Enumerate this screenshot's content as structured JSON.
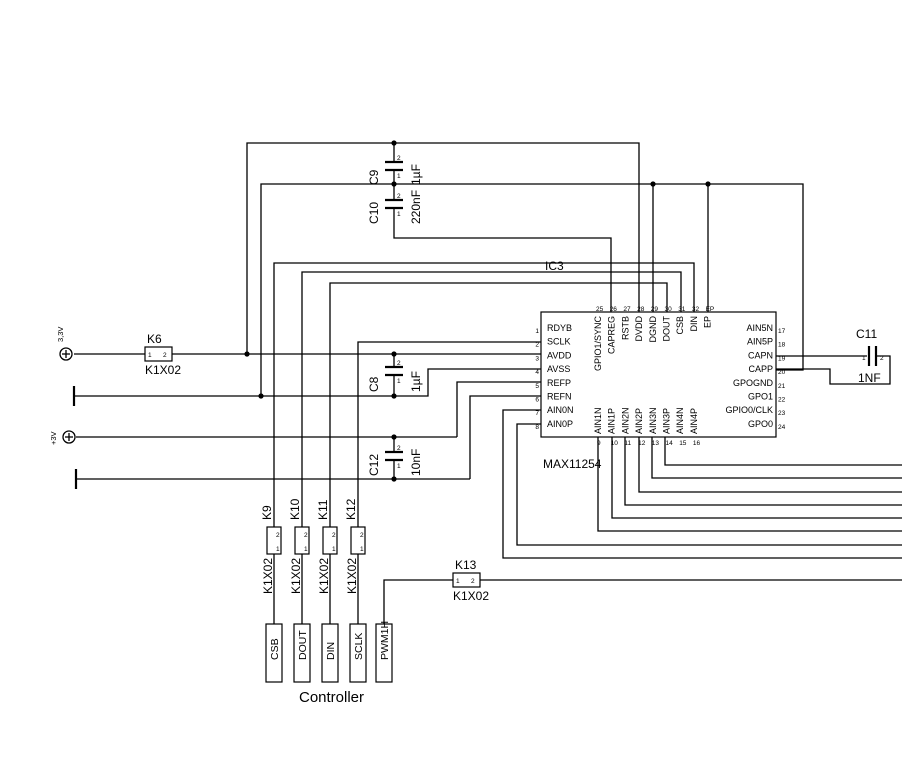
{
  "ic": {
    "ref": "IC3",
    "part": "MAX11254",
    "left_pins": [
      {
        "num": "1",
        "name": "RDYB"
      },
      {
        "num": "2",
        "name": "SCLK"
      },
      {
        "num": "3",
        "name": "AVDD"
      },
      {
        "num": "4",
        "name": "AVSS"
      },
      {
        "num": "5",
        "name": "REFP"
      },
      {
        "num": "6",
        "name": "REFN"
      },
      {
        "num": "7",
        "name": "AIN0N"
      },
      {
        "num": "8",
        "name": "AIN0P"
      }
    ],
    "top_pins": [
      {
        "num": "25",
        "name": "GPIO1/SYNC"
      },
      {
        "num": "26",
        "name": "CAPREG"
      },
      {
        "num": "27",
        "name": "RSTB"
      },
      {
        "num": "28",
        "name": "DVDD"
      },
      {
        "num": "29",
        "name": "DGND"
      },
      {
        "num": "30",
        "name": "DOUT"
      },
      {
        "num": "31",
        "name": "CSB"
      },
      {
        "num": "32",
        "name": "DIN"
      },
      {
        "num": "EP",
        "name": "EP"
      }
    ],
    "right_pins": [
      {
        "num": "17",
        "name": "AIN5N"
      },
      {
        "num": "18",
        "name": "AIN5P"
      },
      {
        "num": "19",
        "name": "CAPN"
      },
      {
        "num": "20",
        "name": "CAPP"
      },
      {
        "num": "21",
        "name": "GPOGND"
      },
      {
        "num": "22",
        "name": "GPO1"
      },
      {
        "num": "23",
        "name": "GPIO0/CLK"
      },
      {
        "num": "24",
        "name": "GPO0"
      }
    ],
    "bottom_pins": [
      {
        "num": "9",
        "name": "AIN1N"
      },
      {
        "num": "10",
        "name": "AIN1P"
      },
      {
        "num": "11",
        "name": "AIN2N"
      },
      {
        "num": "12",
        "name": "AIN2P"
      },
      {
        "num": "13",
        "name": "AIN3N"
      },
      {
        "num": "14",
        "name": "AIN3P"
      },
      {
        "num": "15",
        "name": "AIN4N"
      },
      {
        "num": "16",
        "name": "AIN4P"
      }
    ]
  },
  "capacitors": {
    "c9": {
      "ref": "C9",
      "value": "1µF"
    },
    "c10": {
      "ref": "C10",
      "value": "220nF"
    },
    "c8": {
      "ref": "C8",
      "value": "1µF"
    },
    "c12": {
      "ref": "C12",
      "value": "10nF"
    },
    "c11": {
      "ref": "C11",
      "value": "1NF"
    }
  },
  "cap_pin": {
    "one": "1",
    "two": "2"
  },
  "supplies": {
    "v33": "3,3V",
    "v3": "+3V"
  },
  "connectors": {
    "k6": {
      "ref": "K6",
      "part": "K1X02"
    },
    "k9": {
      "ref": "K9",
      "part": "K1X02"
    },
    "k10": {
      "ref": "K10",
      "part": "K1X02"
    },
    "k11": {
      "ref": "K11",
      "part": "K1X02"
    },
    "k12": {
      "ref": "K12",
      "part": "K1X02"
    },
    "k13": {
      "ref": "K13",
      "part": "K1X02"
    }
  },
  "connector_pin": {
    "one": "1",
    "two": "2"
  },
  "controller": {
    "title": "Controller",
    "signals": [
      "CSB",
      "DOUT",
      "DIN",
      "SCLK",
      "PWM1H"
    ]
  }
}
